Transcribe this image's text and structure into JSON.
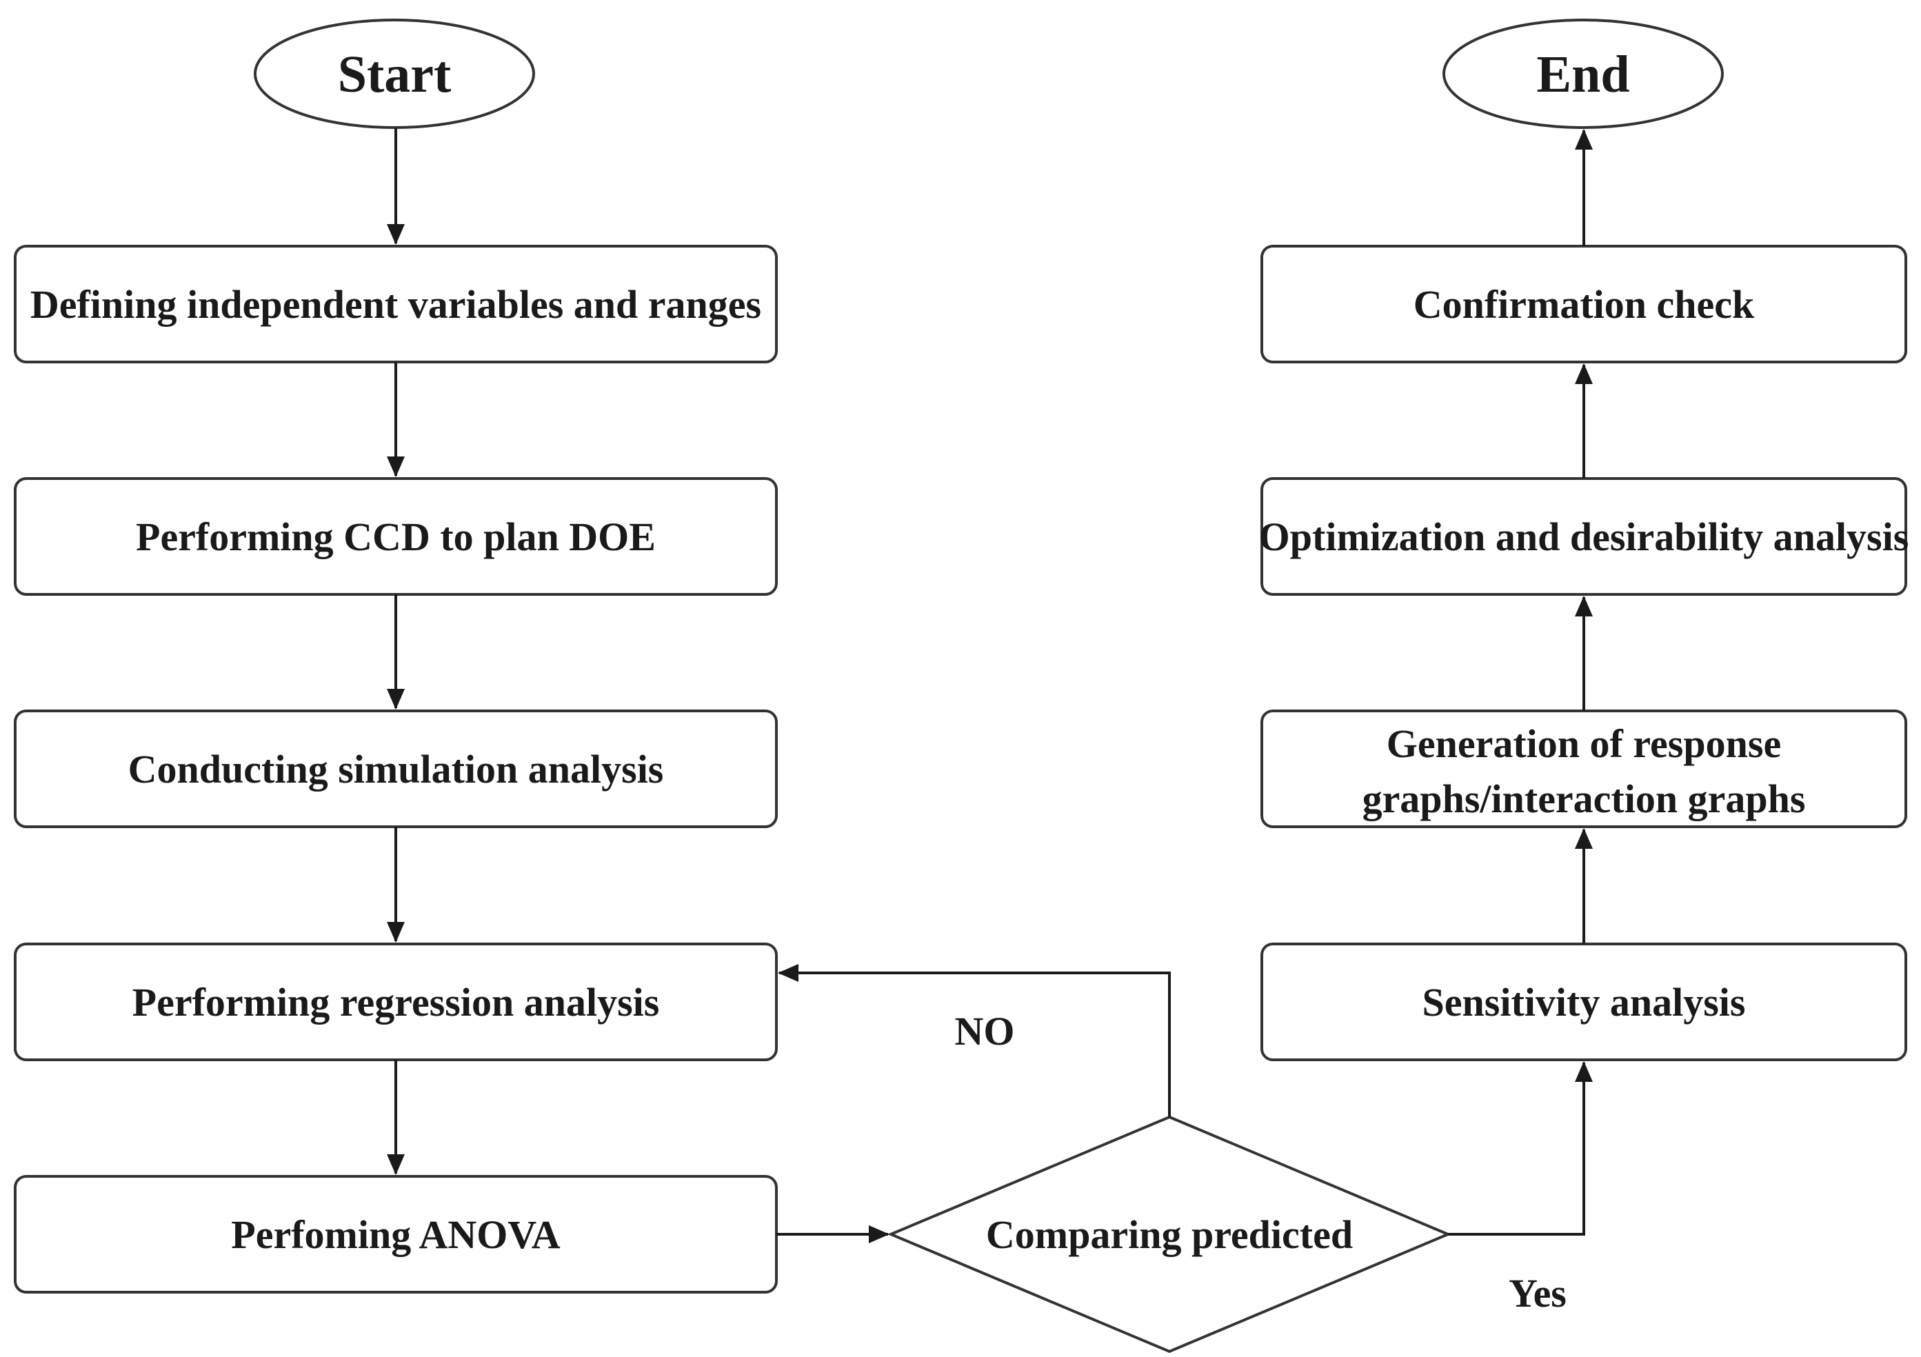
{
  "flowchart": {
    "start": {
      "label": "Start"
    },
    "end": {
      "label": "End"
    },
    "left_column": [
      {
        "id": "define",
        "label": "Defining independent variables and ranges"
      },
      {
        "id": "ccd",
        "label": "Performing CCD to plan DOE"
      },
      {
        "id": "simulation",
        "label": "Conducting simulation analysis"
      },
      {
        "id": "regression",
        "label": "Performing regression analysis"
      },
      {
        "id": "anova",
        "label": "Perfoming ANOVA"
      }
    ],
    "decision": {
      "label": "Comparing predicted"
    },
    "right_column": [
      {
        "id": "sensitivity",
        "label": "Sensitivity analysis"
      },
      {
        "id": "response",
        "label_line1": "Generation of response",
        "label_line2": "graphs/interaction graphs"
      },
      {
        "id": "optimization",
        "label": "Optimization and desirability analysis"
      },
      {
        "id": "confirmation",
        "label": "Confirmation check"
      }
    ],
    "edges": {
      "no_label": "NO",
      "yes_label": "Yes"
    }
  },
  "colors": {
    "stroke": "#333333",
    "text": "#1a1a1a",
    "background": "#ffffff"
  }
}
